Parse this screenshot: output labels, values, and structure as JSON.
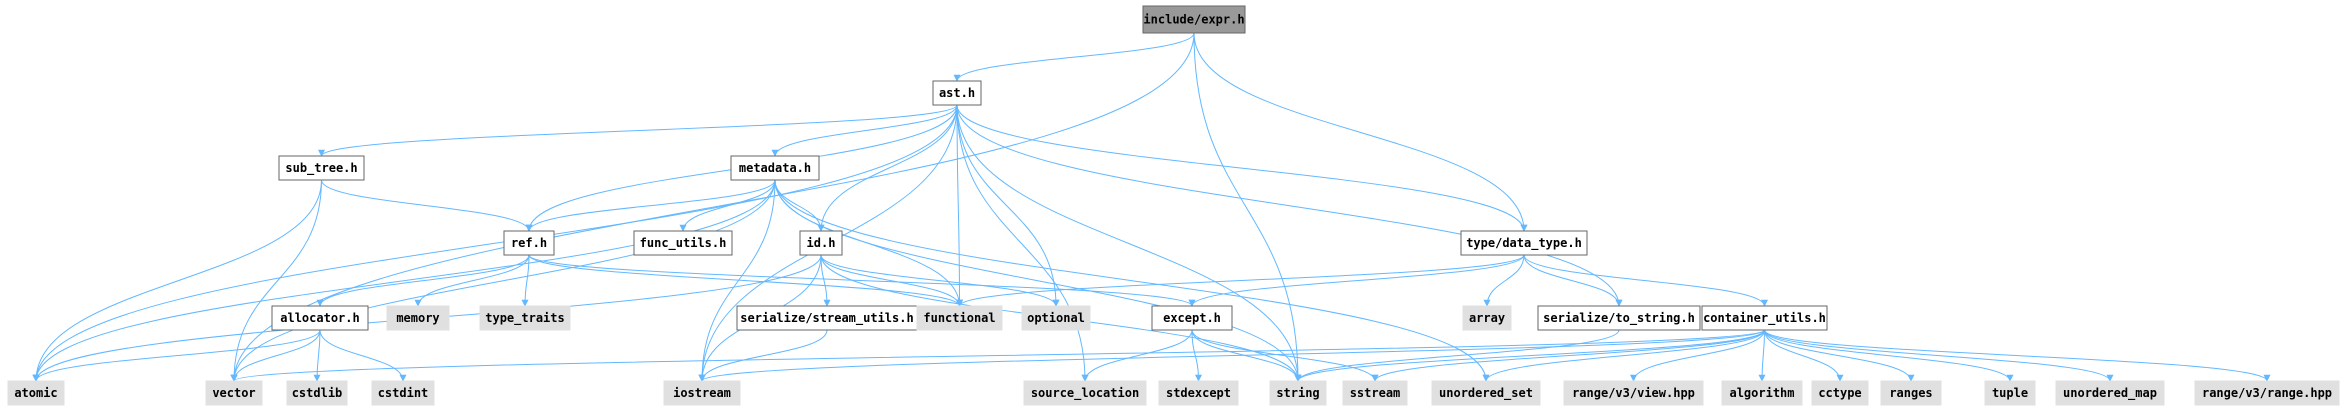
{
  "colors": {
    "edge": "#63b8ff",
    "focus_fill": "#999999",
    "file_fill": "#ffffff",
    "file_border": "#666666",
    "external_fill": "#e0e0e0",
    "external_border": "#e0e0e0",
    "text": "#000000"
  },
  "nodes": [
    {
      "id": "expr",
      "label": "include/expr.h",
      "kind": "focus"
    },
    {
      "id": "ast",
      "label": "ast.h",
      "kind": "file"
    },
    {
      "id": "sub_tree",
      "label": "sub_tree.h",
      "kind": "file"
    },
    {
      "id": "metadata",
      "label": "metadata.h",
      "kind": "file"
    },
    {
      "id": "type_data_type",
      "label": "type/data_type.h",
      "kind": "file"
    },
    {
      "id": "ref",
      "label": "ref.h",
      "kind": "file"
    },
    {
      "id": "func_utils",
      "label": "func_utils.h",
      "kind": "file"
    },
    {
      "id": "id",
      "label": "id.h",
      "kind": "file"
    },
    {
      "id": "allocator",
      "label": "allocator.h",
      "kind": "file"
    },
    {
      "id": "serialize_stream_utils",
      "label": "serialize/stream_utils.h",
      "kind": "file"
    },
    {
      "id": "except",
      "label": "except.h",
      "kind": "file"
    },
    {
      "id": "serialize_to_string",
      "label": "serialize/to_string.h",
      "kind": "file"
    },
    {
      "id": "container_utils",
      "label": "container_utils.h",
      "kind": "file"
    },
    {
      "id": "memory",
      "label": "memory",
      "kind": "external"
    },
    {
      "id": "type_traits",
      "label": "type_traits",
      "kind": "external"
    },
    {
      "id": "functional",
      "label": "functional",
      "kind": "external"
    },
    {
      "id": "optional",
      "label": "optional",
      "kind": "external"
    },
    {
      "id": "array",
      "label": "array",
      "kind": "external"
    },
    {
      "id": "atomic",
      "label": "atomic",
      "kind": "external"
    },
    {
      "id": "vector",
      "label": "vector",
      "kind": "external"
    },
    {
      "id": "cstdlib",
      "label": "cstdlib",
      "kind": "external"
    },
    {
      "id": "cstdint",
      "label": "cstdint",
      "kind": "external"
    },
    {
      "id": "iostream",
      "label": "iostream",
      "kind": "external"
    },
    {
      "id": "source_location",
      "label": "source_location",
      "kind": "external"
    },
    {
      "id": "stdexcept",
      "label": "stdexcept",
      "kind": "external"
    },
    {
      "id": "string",
      "label": "string",
      "kind": "external"
    },
    {
      "id": "sstream",
      "label": "sstream",
      "kind": "external"
    },
    {
      "id": "unordered_set",
      "label": "unordered_set",
      "kind": "external"
    },
    {
      "id": "range_view",
      "label": "range/v3/view.hpp",
      "kind": "external"
    },
    {
      "id": "algorithm",
      "label": "algorithm",
      "kind": "external"
    },
    {
      "id": "cctype",
      "label": "cctype",
      "kind": "external"
    },
    {
      "id": "ranges",
      "label": "ranges",
      "kind": "external"
    },
    {
      "id": "tuple",
      "label": "tuple",
      "kind": "external"
    },
    {
      "id": "unordered_map",
      "label": "unordered_map",
      "kind": "external"
    },
    {
      "id": "range_range",
      "label": "range/v3/range.hpp",
      "kind": "external"
    }
  ],
  "edges": [
    [
      "expr",
      "ast"
    ],
    [
      "expr",
      "vector"
    ],
    [
      "expr",
      "type_data_type"
    ],
    [
      "expr",
      "string"
    ],
    [
      "ast",
      "sub_tree"
    ],
    [
      "ast",
      "metadata"
    ],
    [
      "ast",
      "ref"
    ],
    [
      "ast",
      "id"
    ],
    [
      "ast",
      "type_data_type"
    ],
    [
      "ast",
      "functional"
    ],
    [
      "ast",
      "optional"
    ],
    [
      "ast",
      "atomic"
    ],
    [
      "ast",
      "iostream"
    ],
    [
      "ast",
      "source_location"
    ],
    [
      "ast",
      "string"
    ],
    [
      "ast",
      "serialize_to_string"
    ],
    [
      "sub_tree",
      "ref"
    ],
    [
      "sub_tree",
      "atomic"
    ],
    [
      "sub_tree",
      "vector"
    ],
    [
      "metadata",
      "ref"
    ],
    [
      "metadata",
      "func_utils"
    ],
    [
      "metadata",
      "id"
    ],
    [
      "metadata",
      "functional"
    ],
    [
      "metadata",
      "iostream"
    ],
    [
      "metadata",
      "atomic"
    ],
    [
      "metadata",
      "vector"
    ],
    [
      "metadata",
      "string"
    ],
    [
      "metadata",
      "unordered_set"
    ],
    [
      "ref",
      "allocator"
    ],
    [
      "ref",
      "memory"
    ],
    [
      "ref",
      "type_traits"
    ],
    [
      "ref",
      "functional"
    ],
    [
      "ref",
      "except"
    ],
    [
      "id",
      "serialize_stream_utils"
    ],
    [
      "id",
      "functional"
    ],
    [
      "id",
      "optional"
    ],
    [
      "id",
      "iostream"
    ],
    [
      "id",
      "atomic"
    ],
    [
      "id",
      "string"
    ],
    [
      "allocator",
      "atomic"
    ],
    [
      "allocator",
      "vector"
    ],
    [
      "allocator",
      "cstdlib"
    ],
    [
      "allocator",
      "cstdint"
    ],
    [
      "serialize_stream_utils",
      "iostream"
    ],
    [
      "type_data_type",
      "functional"
    ],
    [
      "type_data_type",
      "array"
    ],
    [
      "type_data_type",
      "serialize_to_string"
    ],
    [
      "type_data_type",
      "container_utils"
    ],
    [
      "type_data_type",
      "except"
    ],
    [
      "except",
      "source_location"
    ],
    [
      "except",
      "stdexcept"
    ],
    [
      "except",
      "string"
    ],
    [
      "except",
      "sstream"
    ],
    [
      "serialize_to_string",
      "string"
    ],
    [
      "container_utils",
      "vector"
    ],
    [
      "container_utils",
      "iostream"
    ],
    [
      "container_utils",
      "string"
    ],
    [
      "container_utils",
      "sstream"
    ],
    [
      "container_utils",
      "unordered_set"
    ],
    [
      "container_utils",
      "range_view"
    ],
    [
      "container_utils",
      "algorithm"
    ],
    [
      "container_utils",
      "cctype"
    ],
    [
      "container_utils",
      "ranges"
    ],
    [
      "container_utils",
      "tuple"
    ],
    [
      "container_utils",
      "unordered_map"
    ],
    [
      "container_utils",
      "range_range"
    ]
  ]
}
